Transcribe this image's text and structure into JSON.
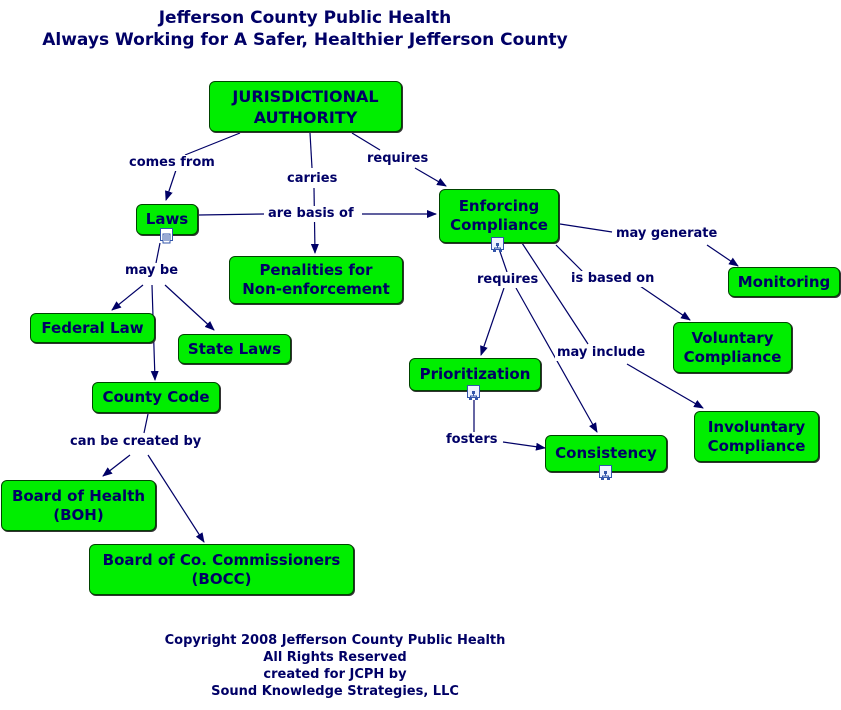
{
  "header": {
    "line1": "Jefferson County Public Health",
    "line2": "Always Working for A Safer, Healthier Jefferson County"
  },
  "nodes": {
    "jurisdictional_authority": "JURISDICTIONAL AUTHORITY",
    "laws": "Laws",
    "penalties_line1": "Penalities for",
    "penalties_line2": "Non-enforcement",
    "enforcing_line1": "Enforcing",
    "enforcing_line2": "Compliance",
    "federal_law": "Federal Law",
    "state_laws": "State Laws",
    "county_code": "County Code",
    "monitoring": "Monitoring",
    "voluntary_line1": "Voluntary",
    "voluntary_line2": "Compliance",
    "prioritization": "Prioritization",
    "involuntary_line1": "Involuntary",
    "involuntary_line2": "Compliance",
    "consistency": "Consistency",
    "boh_line1": "Board of Health",
    "boh_line2": "(BOH)",
    "bocc_line1": "Board of Co. Commissioners",
    "bocc_line2": "(BOCC)"
  },
  "links": {
    "comes_from": "comes from",
    "carries": "carries",
    "requires_top": "requires",
    "are_basis_of": "are basis of",
    "may_generate": "may generate",
    "may_be": "may be",
    "requires_mid": "requires",
    "is_based_on": "is based on",
    "may_include": "may include",
    "fosters": "fosters",
    "can_be_created_by": "can be created by"
  },
  "footer": {
    "line1": "Copyright 2008 Jefferson County Public Health",
    "line2": "All Rights Reserved",
    "line3": "created for JCPH by",
    "line4": "Sound Knowledge Strategies, LLC"
  },
  "colors": {
    "node_fill": "#00ee00",
    "text": "#000066",
    "edge": "#000066"
  }
}
